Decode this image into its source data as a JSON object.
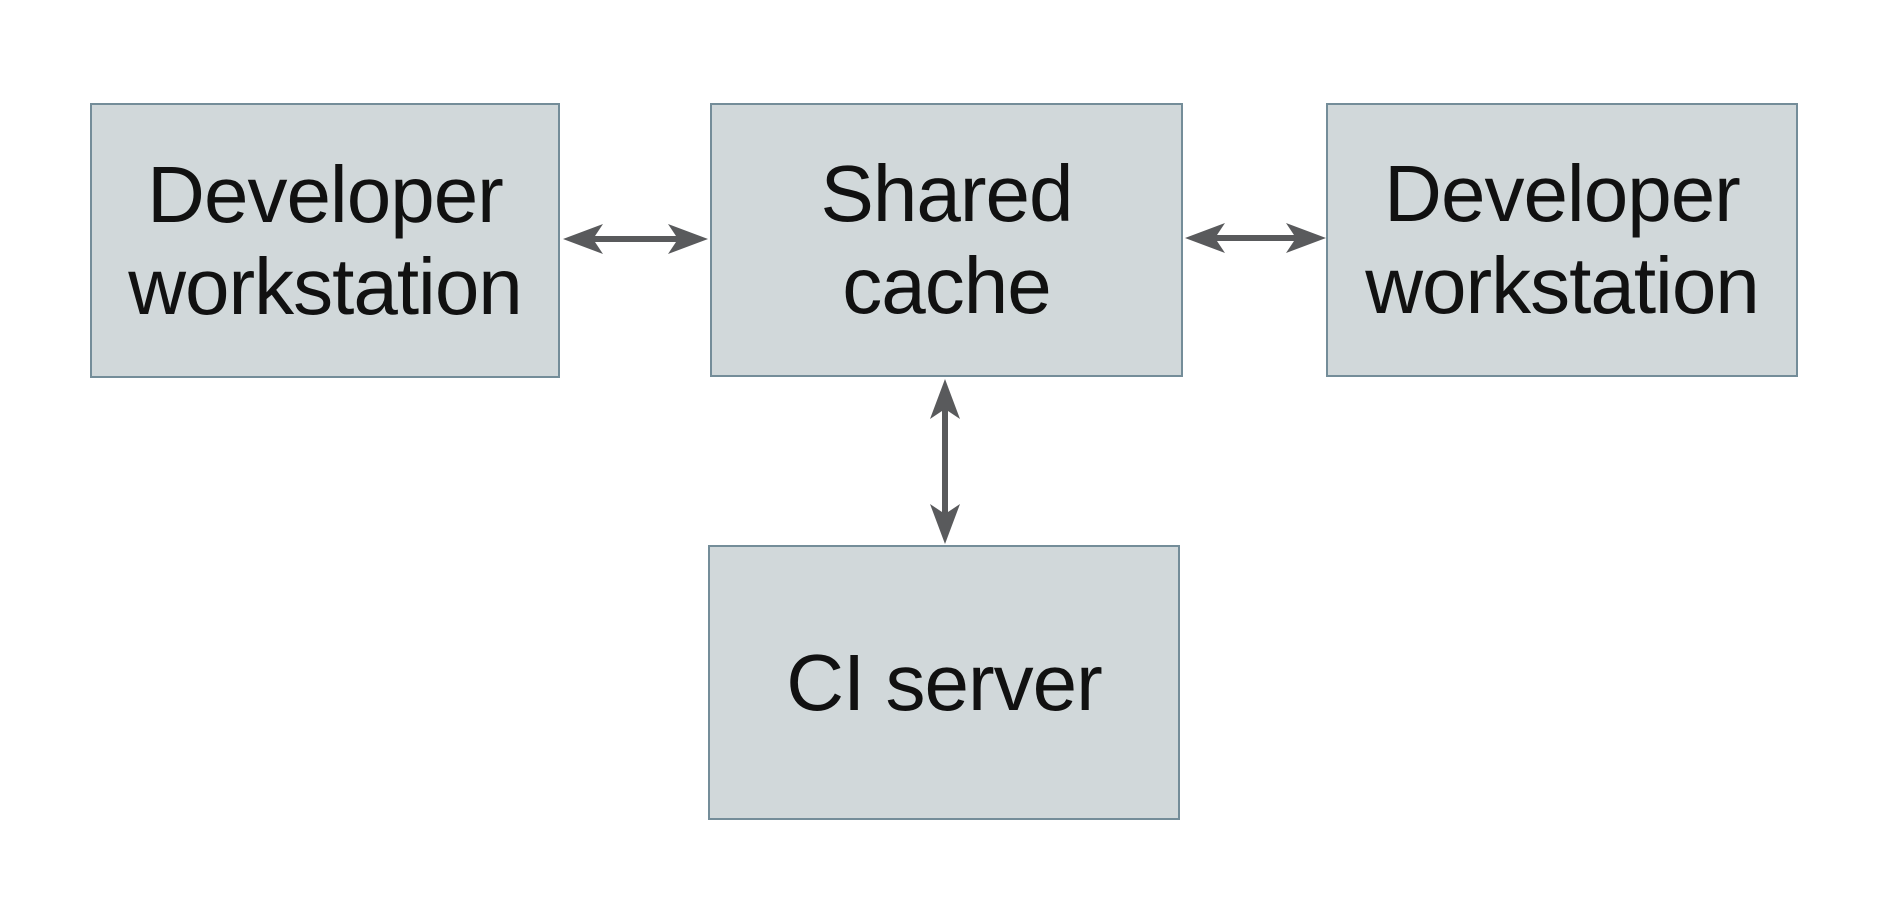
{
  "diagram": {
    "type": "architecture-diagram",
    "background_color": "#ffffff",
    "colors": {
      "node_fill": "#d1d8da",
      "node_border": "#748d99",
      "arrow": "#595a5c",
      "text": "#111111"
    },
    "nodes": [
      {
        "id": "developer-workstation-left",
        "label": "Developer workstation",
        "lines": [
          "Developer",
          "workstation"
        ]
      },
      {
        "id": "shared-cache",
        "label": "Shared cache",
        "lines": [
          "Shared",
          "cache"
        ]
      },
      {
        "id": "developer-workstation-right",
        "label": "Developer workstation",
        "lines": [
          "Developer",
          "workstation"
        ]
      },
      {
        "id": "ci-server",
        "label": "CI server",
        "lines": [
          "CI server"
        ]
      }
    ],
    "edges": [
      {
        "from": "developer-workstation-left",
        "to": "shared-cache",
        "bidirectional": true,
        "orientation": "horizontal"
      },
      {
        "from": "shared-cache",
        "to": "developer-workstation-right",
        "bidirectional": true,
        "orientation": "horizontal"
      },
      {
        "from": "shared-cache",
        "to": "ci-server",
        "bidirectional": true,
        "orientation": "vertical"
      }
    ]
  }
}
